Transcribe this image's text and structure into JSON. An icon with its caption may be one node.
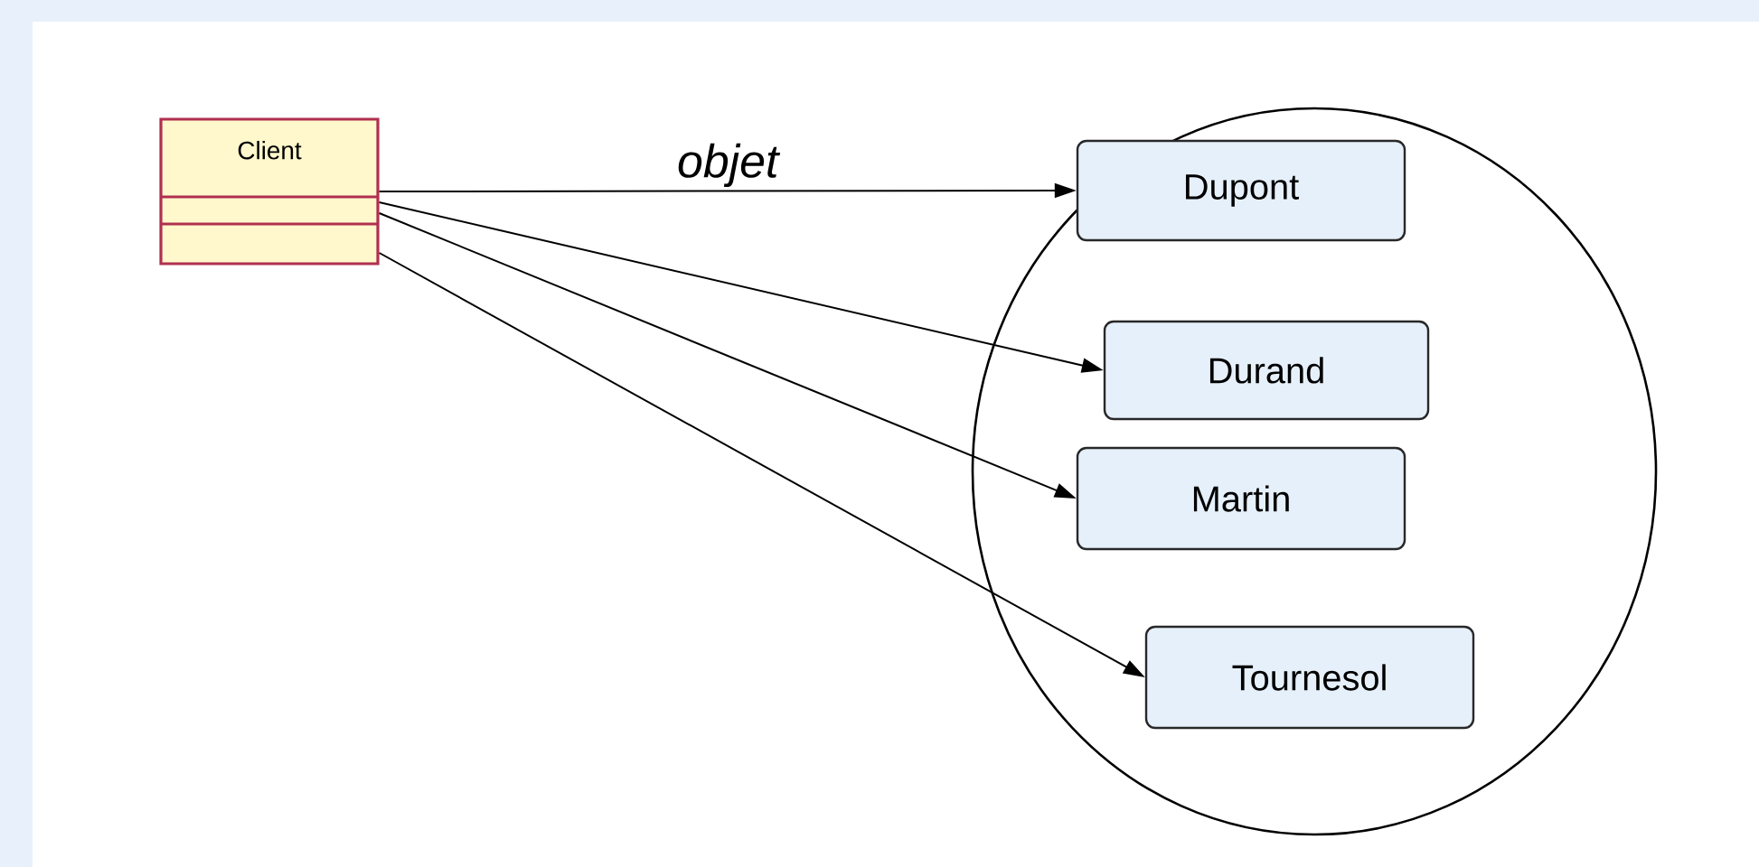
{
  "diagram": {
    "nodes": [
      {
        "text": [
          "Client"
        ]
      },
      {
        "text": [],
        "shape": "ellipse"
      },
      {
        "text": [
          "Dupont"
        ],
        "in": 1
      },
      {
        "text": [
          "Durand"
        ],
        "in": 1
      },
      {
        "text": [
          "Martin"
        ],
        "in": 1
      },
      {
        "text": [
          "Tournesol"
        ],
        "in": 1
      }
    ],
    "edges": [
      {
        "from": 0,
        "to": 2,
        "arrow": "to",
        "label": "objet"
      },
      {
        "from": 0,
        "to": 3,
        "arrow": "to"
      },
      {
        "from": 0,
        "to": 4,
        "arrow": "to"
      },
      {
        "from": 0,
        "to": 5,
        "arrow": "to"
      }
    ]
  }
}
